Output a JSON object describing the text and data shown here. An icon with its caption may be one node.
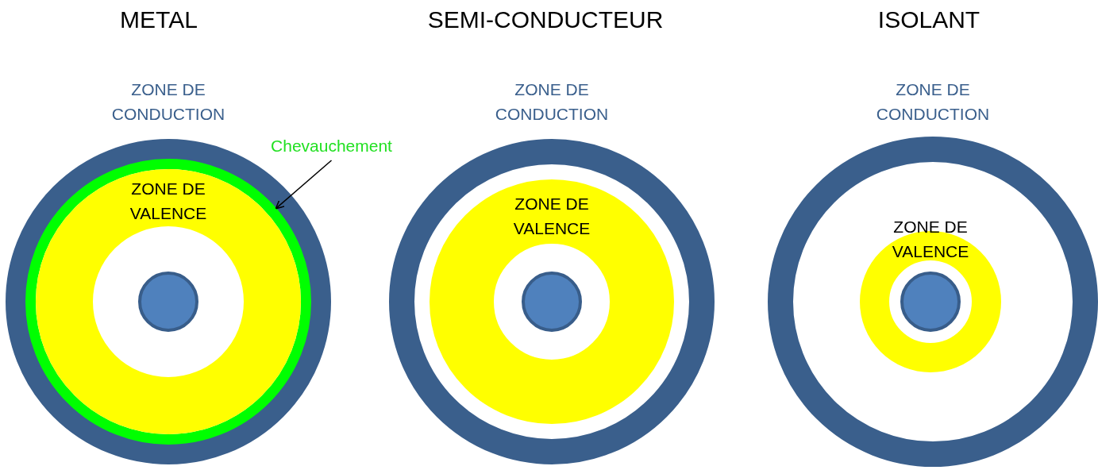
{
  "diagram": {
    "nodes": [
      {
        "text": [
          "ZONE DE CONDUCTION"
        ]
      },
      {
        "text": [],
        "shape": "circle",
        "in": 0
      },
      {
        "text": [
          "ZONE DE VALENCE"
        ],
        "in": 1
      },
      {
        "text": [],
        "shape": "circle",
        "in": 2
      },
      {
        "text": [
          "Chevauchement"
        ]
      },
      {
        "text": [
          "ZONE DE CONDUCTION"
        ]
      },
      {
        "text": [
          "ZONE DE VALENCE"
        ],
        "in": 5
      },
      {
        "text": [],
        "shape": "circle",
        "in": 6
      },
      {
        "text": [
          "ZONE DE CONDUCTION"
        ]
      },
      {
        "text": [
          "ZONE DE VALENCE"
        ],
        "in": 8
      },
      {
        "text": [],
        "shape": "circle",
        "in": 9
      }
    ],
    "edges": [
      {
        "from": 4,
        "to": 1,
        "arrow": "to"
      }
    ],
    "labels": [
      "METAL",
      "SEMI-CONDUCTEUR",
      "ISOLANT"
    ]
  }
}
